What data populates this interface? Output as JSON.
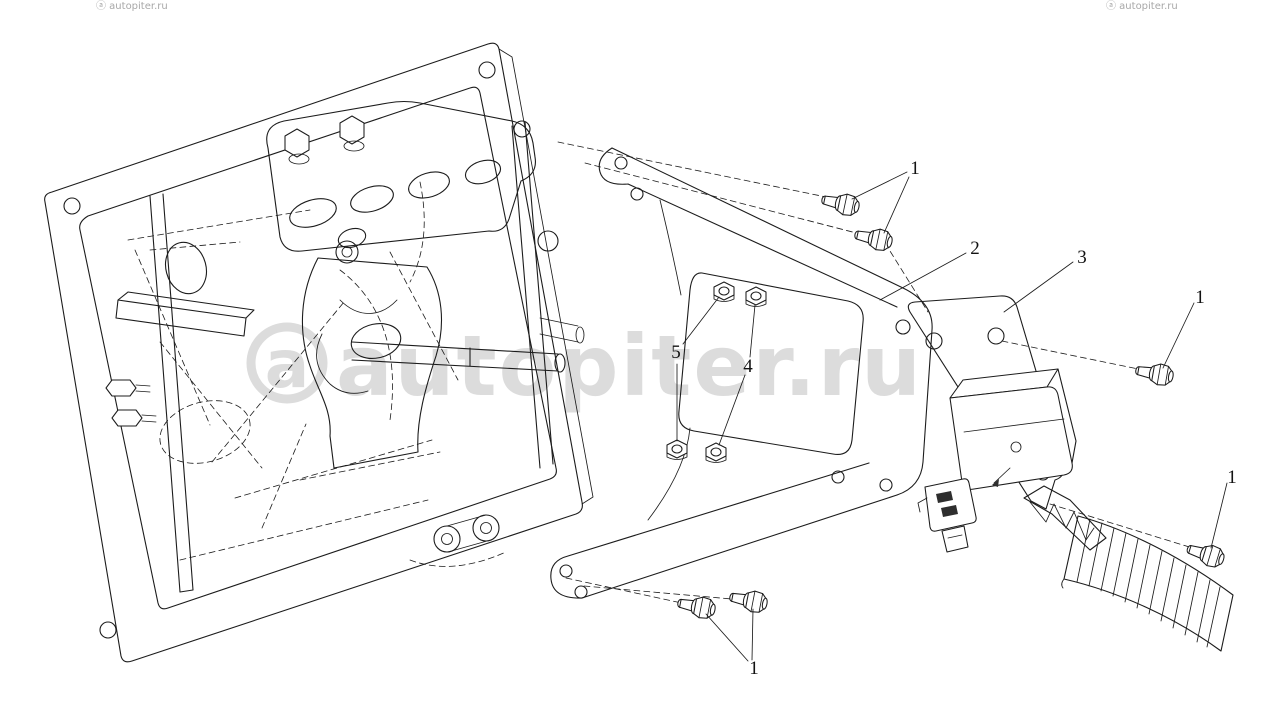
{
  "diagram": {
    "type": "exploded-parts-diagram",
    "line_color": "#1c1c1c",
    "callouts": [
      {
        "label": "1",
        "target": "upper-bolts"
      },
      {
        "label": "2",
        "target": "support-bracket"
      },
      {
        "label": "3",
        "target": "pedal-assembly"
      },
      {
        "label": "1",
        "target": "right-bolt"
      },
      {
        "label": "5",
        "target": "nuts-pair-left"
      },
      {
        "label": "4",
        "target": "nuts-pair-right"
      },
      {
        "label": "1",
        "target": "lower-right-bolt"
      },
      {
        "label": "1",
        "target": "bottom-bolts"
      }
    ]
  },
  "watermark": {
    "logo_letter": "a",
    "text": "autopiter.ru",
    "corner_left": "ⓐ autopiter.ru",
    "corner_right": "ⓐ autopiter.ru",
    "color": "#c0c0c0"
  }
}
